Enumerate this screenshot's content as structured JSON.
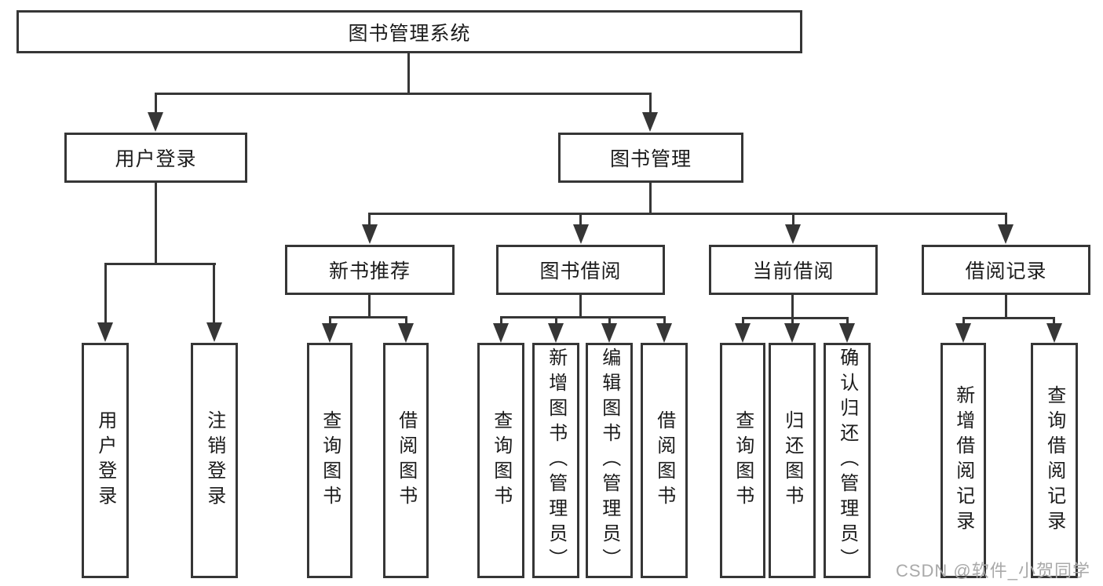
{
  "diagram": {
    "root": {
      "label": "图书管理系统"
    },
    "level2": [
      {
        "label": "用户登录",
        "leaves": [
          "用户登录",
          "注销登录"
        ]
      },
      {
        "label": "图书管理"
      }
    ],
    "level3": [
      {
        "label": "新书推荐",
        "leaves": [
          "查询图书",
          "借阅图书"
        ]
      },
      {
        "label": "图书借阅",
        "leaves": [
          "查询图书",
          "新增图书（管理员）",
          "编辑图书（管理员）",
          "借阅图书"
        ]
      },
      {
        "label": "当前借阅",
        "leaves": [
          "查询图书",
          "归还图书",
          "确认归还（管理员）"
        ]
      },
      {
        "label": "借阅记录",
        "leaves": [
          "新增借阅记录",
          "查询借阅记录"
        ]
      }
    ]
  },
  "watermark": {
    "text": "CSDN @软件_小贺同学"
  },
  "colors": {
    "line": "#363636",
    "text": "#1b1b1b",
    "watermark": "#a9a9a9",
    "background": "#ffffff"
  }
}
